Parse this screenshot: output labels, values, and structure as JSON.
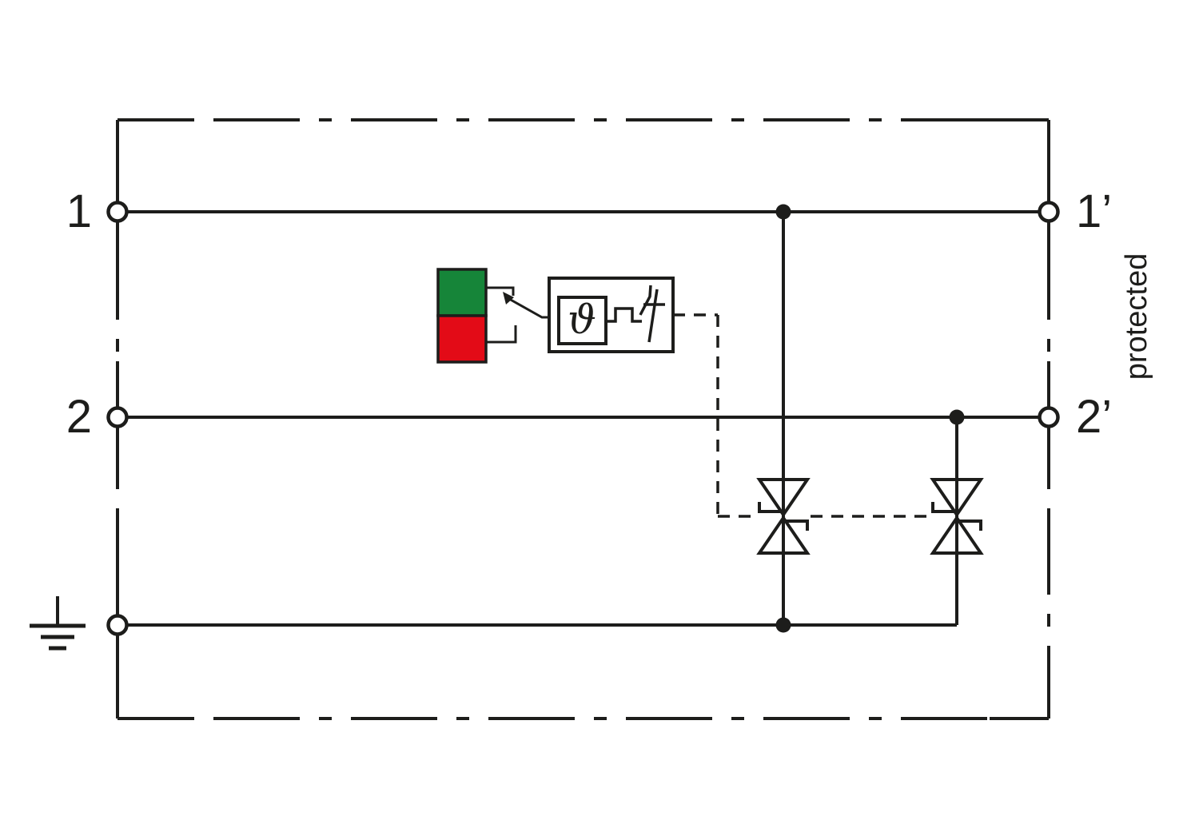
{
  "diagram": {
    "kind": "surge-protective-device-circuit-schematic",
    "labels": {
      "terminal_1": "1",
      "terminal_2": "2",
      "terminal_1_prime": "1’",
      "terminal_2_prime": "2’",
      "protected": "protected",
      "thermal_theta": "ϑ"
    },
    "colors": {
      "line": "#1d1d1b",
      "background": "#ffffff",
      "green_indicator": "#168539",
      "red_indicator": "#e30b17"
    },
    "components": [
      "enclosure-boundary",
      "terminal-1",
      "terminal-2",
      "terminal-ground",
      "terminal-1-prime",
      "terminal-2-prime",
      "status-indicator-green-red",
      "changeover-signal-contact",
      "thermal-disconnect-device",
      "trip-linkage-dashed",
      "bidirectional-suppressor-diode-left",
      "bidirectional-suppressor-diode-right",
      "earth-ground-symbol"
    ]
  }
}
